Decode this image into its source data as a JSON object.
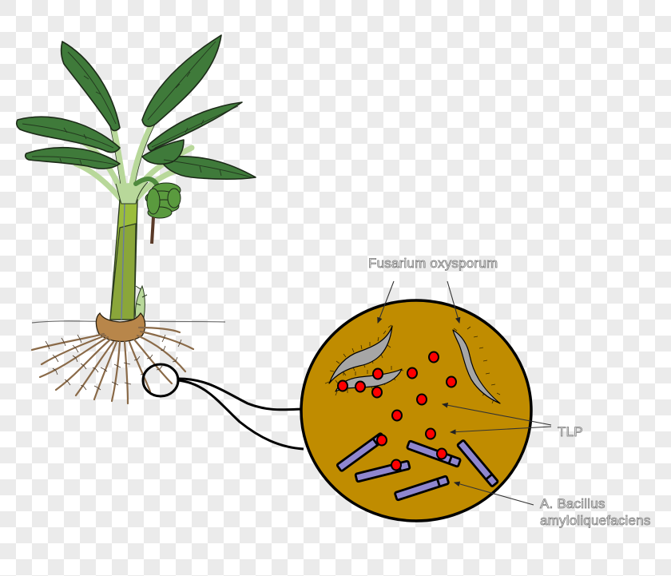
{
  "diagram": {
    "subject": "Banana plant root zone with zoomed-in rhizosphere view",
    "labels": {
      "fusarium": "Fusarium oxysporum",
      "tlp": "TLP",
      "bacillus_line1": "A. Bacillus",
      "bacillus_line2": "amyloliquefaciens"
    },
    "colors": {
      "background_light": "#ffffff",
      "background_checker": "#ebebeb",
      "soil_circle": "#c08c00",
      "outline": "#000000",
      "fungus": "#a6a6a6",
      "tlp_particle": "#ff0000",
      "bacillus": "#8f86cf",
      "leaf": "#3f7a3a",
      "leaf_rib": "#b8d89a",
      "pseudostem": "#8aa63a",
      "corm": "#b8864a",
      "root": "#8a6a48",
      "label_text": "#f2f2f2",
      "label_outline": "#7a7a7a"
    },
    "elements": [
      "banana-plant",
      "banana-bunch",
      "root-system",
      "magnifier-circle",
      "rhizosphere-zoom-circle",
      "fusarium-hyphae",
      "tlp-particles",
      "bacillus-rods"
    ]
  }
}
